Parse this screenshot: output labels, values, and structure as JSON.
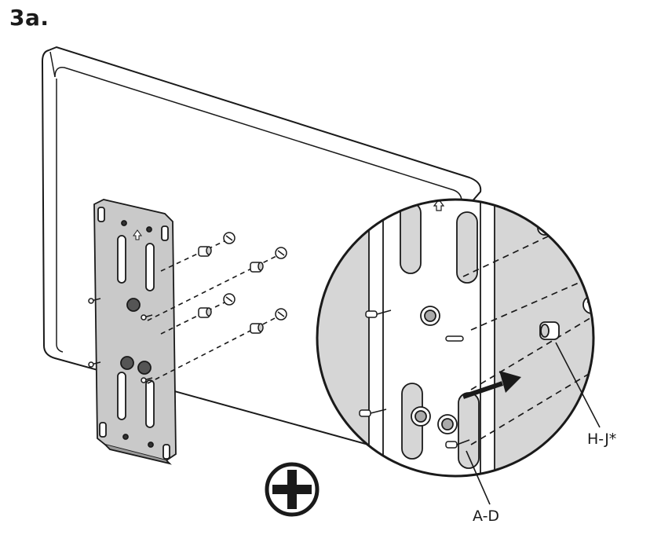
{
  "step": "3a.",
  "labels": {
    "hardware_hj": "H-J*",
    "screws_ad": "A-D"
  },
  "icons": {
    "tool": "phillips-screwdriver-icon",
    "direction": "arrow-right-icon"
  },
  "colors": {
    "stroke": "#1a1a1a",
    "plate": "#c9c9c9",
    "screen": "#ffffff",
    "detail_background": "#d6d6d6"
  }
}
